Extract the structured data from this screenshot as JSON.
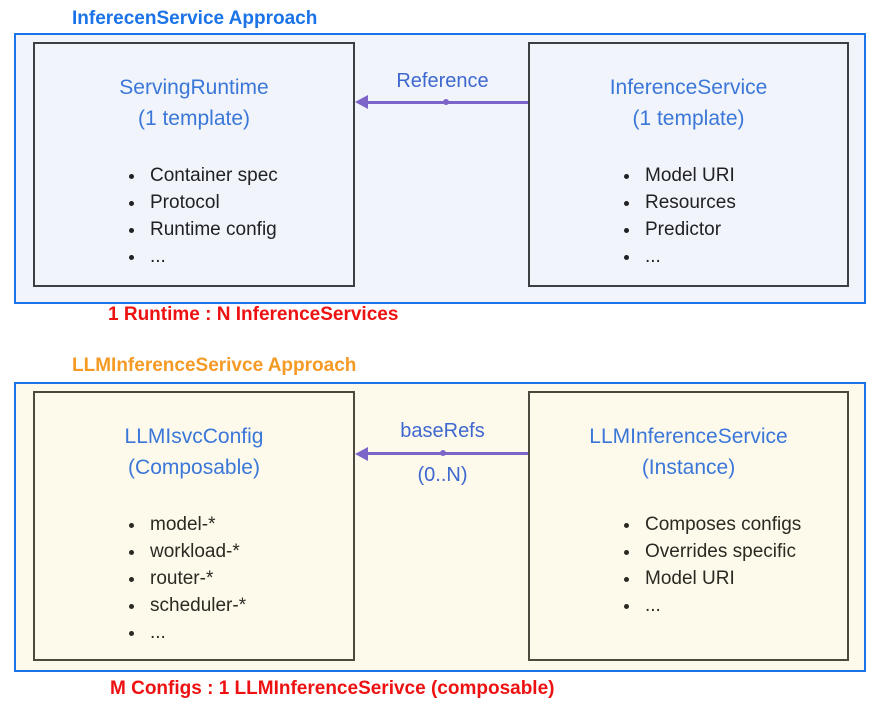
{
  "colors": {
    "outer_border_blue": "#1a73e8",
    "section1_fill": "#f1f5fb",
    "section1_inner_border": "#3c4043",
    "section2_fill": "#fdfaec",
    "section2_inner_border": "#4c4a3e",
    "box_heading_blue": "#3b77d8",
    "section1_title_blue": "#1a73e8",
    "section2_title_orange": "#f59b25",
    "caption_red": "#ee1111",
    "arrow_purple": "#7d64c8",
    "arrow_label_blue": "#3e68cf",
    "bullet_text": "#202124"
  },
  "sections": [
    {
      "title": "InferecenService Approach",
      "left_box": {
        "title_line1": "ServingRuntime",
        "title_line2": "(1 template)",
        "bullets": [
          "Container spec",
          "Protocol",
          "Runtime config",
          "..."
        ]
      },
      "right_box": {
        "title_line1": "InferenceService",
        "title_line2": "(1 template)",
        "bullets": [
          "Model URI",
          "Resources",
          "Predictor",
          "..."
        ]
      },
      "arrow": {
        "label": "Reference",
        "sublabel": ""
      },
      "caption": "1 Runtime : N InferenceServices"
    },
    {
      "title": "LLMInferenceSerivce Approach",
      "left_box": {
        "title_line1": "LLMIsvcConfig",
        "title_line2": "(Composable)",
        "bullets": [
          "model-*",
          "workload-*",
          "router-*",
          "scheduler-*",
          "..."
        ]
      },
      "right_box": {
        "title_line1": "LLMInferenceService",
        "title_line2": "(Instance)",
        "bullets": [
          "Composes configs",
          "Overrides specific",
          "Model URI",
          "..."
        ]
      },
      "arrow": {
        "label": "baseRefs",
        "sublabel": "(0..N)"
      },
      "caption": "M Configs : 1 LLMInferenceSerivce (composable)"
    }
  ]
}
